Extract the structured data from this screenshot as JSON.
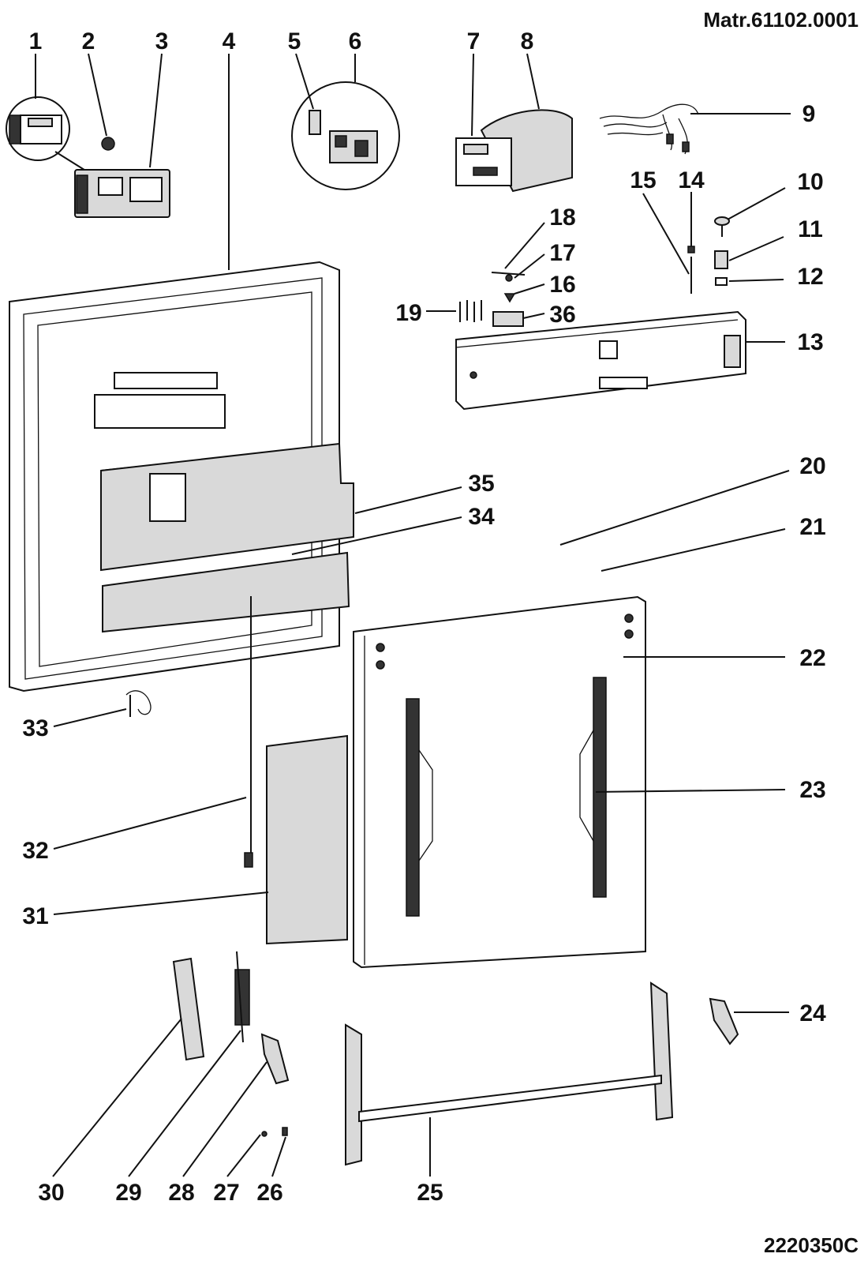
{
  "header": {
    "material_code": "Matr.61102.0001"
  },
  "footer": {
    "drawing_code": "2220350C"
  },
  "callouts": [
    {
      "id": "1",
      "label": "1"
    },
    {
      "id": "2",
      "label": "2"
    },
    {
      "id": "3",
      "label": "3"
    },
    {
      "id": "4",
      "label": "4"
    },
    {
      "id": "5",
      "label": "5"
    },
    {
      "id": "6",
      "label": "6"
    },
    {
      "id": "7",
      "label": "7"
    },
    {
      "id": "8",
      "label": "8"
    },
    {
      "id": "9",
      "label": "9"
    },
    {
      "id": "10",
      "label": "10"
    },
    {
      "id": "11",
      "label": "11"
    },
    {
      "id": "12",
      "label": "12"
    },
    {
      "id": "13",
      "label": "13"
    },
    {
      "id": "14",
      "label": "14"
    },
    {
      "id": "15",
      "label": "15"
    },
    {
      "id": "16",
      "label": "16"
    },
    {
      "id": "17",
      "label": "17"
    },
    {
      "id": "18",
      "label": "18"
    },
    {
      "id": "19",
      "label": "19"
    },
    {
      "id": "20",
      "label": "20"
    },
    {
      "id": "21",
      "label": "21"
    },
    {
      "id": "22",
      "label": "22"
    },
    {
      "id": "23",
      "label": "23"
    },
    {
      "id": "24",
      "label": "24"
    },
    {
      "id": "25",
      "label": "25"
    },
    {
      "id": "26",
      "label": "26"
    },
    {
      "id": "27",
      "label": "27"
    },
    {
      "id": "28",
      "label": "28"
    },
    {
      "id": "29",
      "label": "29"
    },
    {
      "id": "30",
      "label": "30"
    },
    {
      "id": "31",
      "label": "31"
    },
    {
      "id": "32",
      "label": "32"
    },
    {
      "id": "33",
      "label": "33"
    },
    {
      "id": "34",
      "label": "34"
    },
    {
      "id": "35",
      "label": "35"
    },
    {
      "id": "36",
      "label": "36"
    }
  ]
}
